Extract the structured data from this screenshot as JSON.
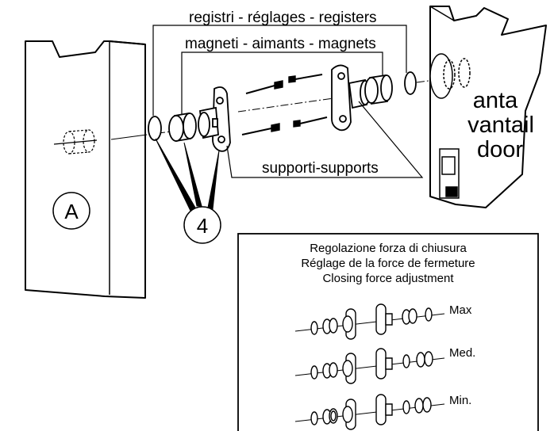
{
  "labels": {
    "registers": "registri - réglages - registers",
    "magnets": "magneti - aimants - magnets",
    "supports": "supporti-supports",
    "door_it": "anta",
    "door_fr": "vantail",
    "door_en": "door",
    "part_a": "A",
    "part_4": "4"
  },
  "adjustment": {
    "title_it": "Regolazione forza di chiusura",
    "title_fr": "Réglage de la force de fermeture",
    "title_en": "Closing force adjustment",
    "levels": [
      "Max",
      "Med.",
      "Min."
    ]
  }
}
